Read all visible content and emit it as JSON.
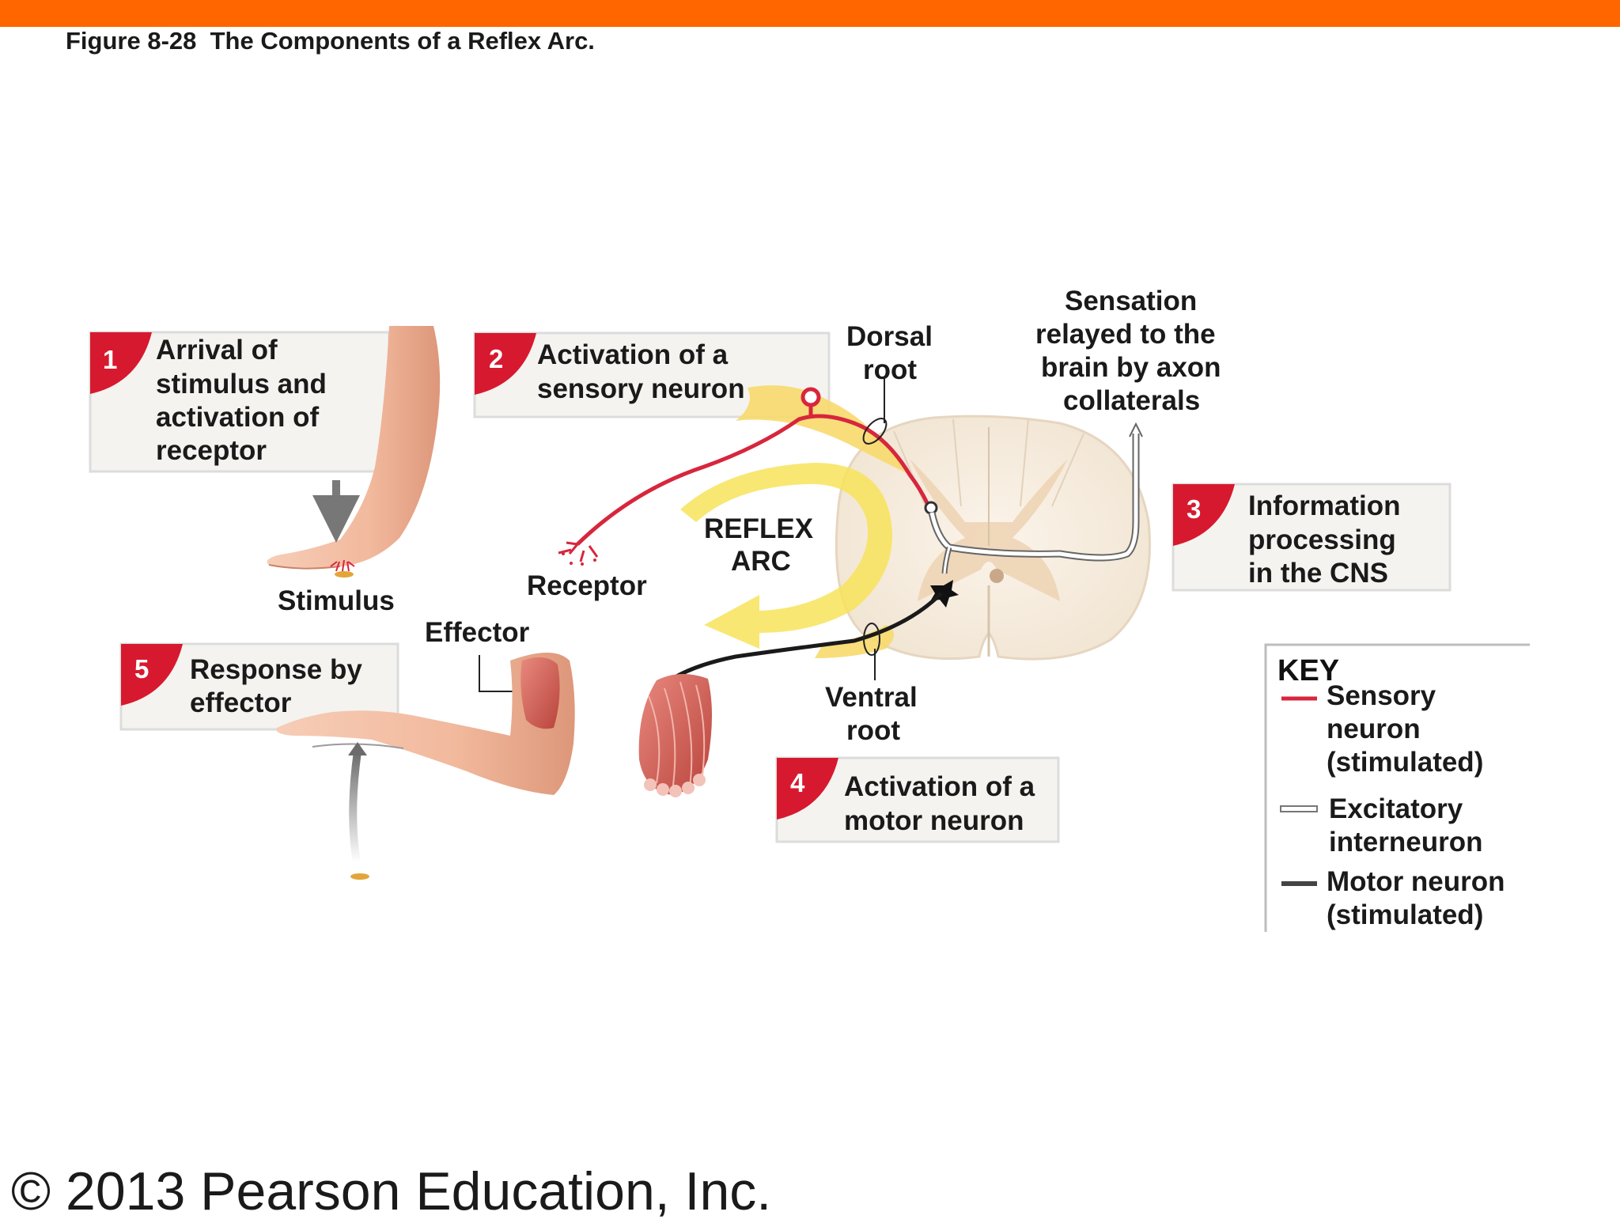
{
  "header": {
    "bar_color": "#ff6600",
    "figure_title": "Figure 8-28  The Components of a Reflex Arc."
  },
  "steps": [
    {
      "number": "1",
      "lines": [
        "Arrival of",
        "stimulus and",
        "activation of",
        "receptor"
      ]
    },
    {
      "number": "2",
      "lines": [
        "Activation of a",
        "sensory neuron"
      ]
    },
    {
      "number": "3",
      "lines": [
        "Information",
        "processing",
        "in the CNS"
      ]
    },
    {
      "number": "4",
      "lines": [
        "Activation of a",
        "motor neuron"
      ]
    },
    {
      "number": "5",
      "lines": [
        "Response by",
        "effector"
      ]
    }
  ],
  "labels": {
    "stimulus": "Stimulus",
    "receptor": "Receptor",
    "effector": "Effector",
    "reflex_arc": [
      "REFLEX",
      "ARC"
    ],
    "dorsal_root": [
      "Dorsal",
      "root"
    ],
    "ventral_root": [
      "Ventral",
      "root"
    ],
    "sensation": [
      "Sensation",
      "relayed to the",
      "brain by axon",
      "collaterals"
    ]
  },
  "key": {
    "title": "KEY",
    "items": [
      {
        "lines": [
          "Sensory",
          "neuron",
          "(stimulated)"
        ],
        "color": "#d7263d"
      },
      {
        "lines": [
          "Excitatory",
          "interneuron"
        ],
        "color": "#ffffff"
      },
      {
        "lines": [
          "Motor neuron",
          "(stimulated)"
        ],
        "color": "#333333"
      }
    ]
  },
  "colors": {
    "step_badge": "#d7192f",
    "sensory": "#d7263d",
    "motor": "#1a1a1a",
    "reflex_arrow": "#f7e35a",
    "box_fill": "#f4f3ef"
  },
  "icons": {
    "arm": "arm-illustration",
    "muscle": "muscle-fiber-bundle",
    "spinal_cord": "spinal-cord-cross-section"
  },
  "footer": {
    "copyright": "© 2013 Pearson Education, Inc."
  }
}
